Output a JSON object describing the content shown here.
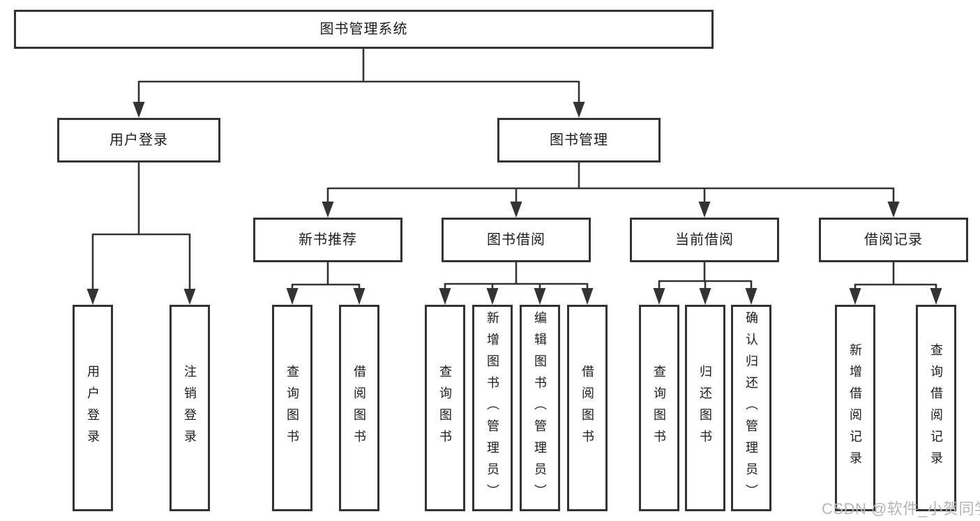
{
  "tree": {
    "root": "图书管理系统",
    "l2": [
      "用户登录",
      "图书管理"
    ],
    "l3": [
      "新书推荐",
      "图书借阅",
      "当前借阅",
      "借阅记录"
    ],
    "leaves": {
      "user_login": [
        "用户登录",
        "注销登录"
      ],
      "new_book": [
        "查询图书",
        "借阅图书"
      ],
      "book_borrow": [
        "查询图书",
        "新增图书（管理员）",
        "编辑图书（管理员）",
        "借阅图书"
      ],
      "current_borrow": [
        "查询图书",
        "归还图书",
        "确认归还（管理员）"
      ],
      "borrow_records": [
        "新增借阅记录",
        "查询借阅记录"
      ]
    }
  },
  "watermark": "CSDN @软件_小贺同学",
  "colors": {
    "line": "#333333",
    "box_border": "#333333",
    "box_bg": "#ffffff",
    "text": "#1c1c1c",
    "watermark": "#b5b5b5"
  }
}
